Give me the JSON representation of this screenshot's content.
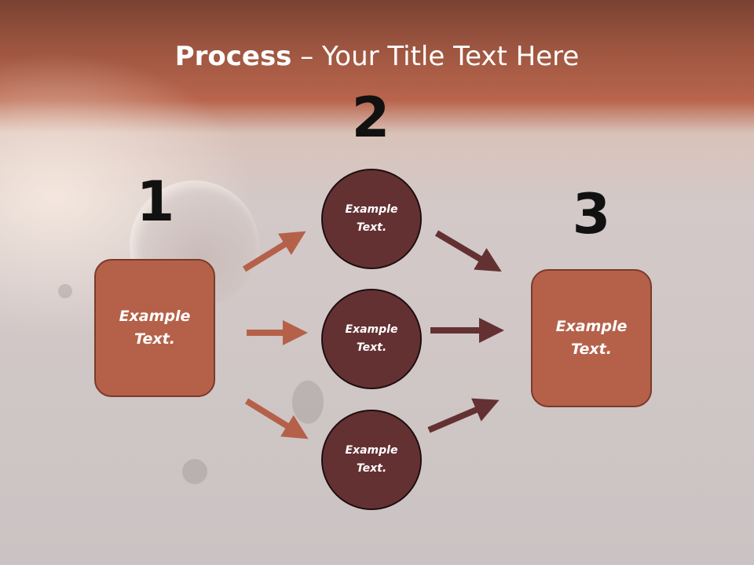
{
  "title": {
    "strong": "Process",
    "rest": " – Your Title Text Here"
  },
  "steps": {
    "one": {
      "number": "1",
      "text": "Example Text."
    },
    "two": {
      "number": "2"
    },
    "three": {
      "number": "3",
      "text": "Example Text."
    }
  },
  "circles": [
    {
      "text": "Example Text."
    },
    {
      "text": "Example Text."
    },
    {
      "text": "Example Text."
    }
  ],
  "colors": {
    "header": "#b9654c",
    "box_fill": "#b5614a",
    "circle_fill": "#643133",
    "arrow_left": "#b5614a",
    "arrow_right": "#643133"
  }
}
